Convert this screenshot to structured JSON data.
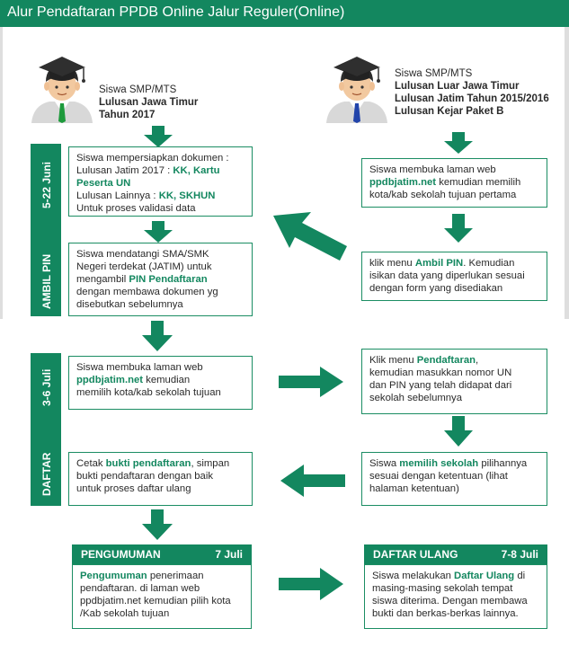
{
  "header": {
    "title": "Alur Pendaftaran PPDB Online Jalur Reguler(Online)"
  },
  "sidebar": {
    "label_date1": "5-22 Juni",
    "label_stage1": "AMBIL PIN",
    "label_date2": "3-6 Juli",
    "label_stage2": "DAFTAR"
  },
  "left_student": {
    "line1": "Siswa SMP/MTS",
    "line2": "Lulusan Jawa Timur",
    "line3": "Tahun 2017"
  },
  "right_student": {
    "line1": "Siswa SMP/MTS",
    "line2": "Lulusan Luar Jawa Timur",
    "line3": "Lulusan Jatim Tahun 2015/2016",
    "line4": "Lulusan Kejar Paket B"
  },
  "box_l1": {
    "t1": "Siswa mempersiapkan dokumen :",
    "t2": "Lulusan Jatim 2017 : ",
    "g1": "KK, Kartu",
    "g2": "Peserta UN",
    "t3": "Lulusan Lainnya : ",
    "g3": "KK, SKHUN",
    "t4": "Untuk proses validasi data"
  },
  "box_l2": {
    "t1": "Siswa mendatangi SMA/SMK",
    "t2": "Negeri terdekat (JATIM) untuk",
    "t3": "mengambil ",
    "g1": "PIN Pendaftaran",
    "t4": "dengan membawa dokumen yg",
    "t5": "disebutkan sebelumnya"
  },
  "box_r1": {
    "t1": "Siswa membuka laman web",
    "g1": "ppdbjatim.net",
    "t2": " kemudian memilih",
    "t3": "kota/kab sekolah tujuan pertama"
  },
  "box_r2": {
    "t1": "klik menu ",
    "g1": "Ambil PIN",
    "t2": ". Kemudian",
    "t3": "isikan data yang diperlukan sesuai",
    "t4": "dengan form yang disediakan"
  },
  "box_l3": {
    "t1": "Siswa membuka laman web",
    "g1": "ppdbjatim.net",
    "t2": " kemudian",
    "t3": "memilih kota/kab sekolah tujuan"
  },
  "box_r3": {
    "t1": "Klik menu ",
    "g1": "Pendaftaran",
    "t2": ",",
    "t3": "kemudian masukkan nomor UN",
    "t4": "dan PIN yang telah didapat dari",
    "t5": "sekolah sebelumnya"
  },
  "box_l4": {
    "t1": "Cetak ",
    "g1": "bukti pendaftaran",
    "t2": ", simpan",
    "t3": "bukti pendaftaran dengan baik",
    "t4": "untuk proses daftar ulang"
  },
  "box_r4": {
    "t1": "Siswa ",
    "g1": "memilih sekolah",
    "t2": " pilihannya",
    "t3": "sesuai dengan ketentuan (lihat",
    "t4": "halaman ketentuan)"
  },
  "pengumuman": {
    "title": "PENGUMUMAN",
    "date": "7 Juli",
    "g1": "Pengumuman",
    "t1": " penerimaan",
    "t2": "pendaftaran. di laman web",
    "t3": "ppdbjatim.net kemudian pilih kota",
    "t4": "/Kab sekolah tujuan"
  },
  "daftar_ulang": {
    "title": "DAFTAR ULANG",
    "date": "7-8 Juli",
    "t1": "Siswa melakukan ",
    "g1": "Daftar Ulang",
    "t2": " di",
    "t3": "masing-masing sekolah tempat",
    "t4": "siswa diterima. Dengan membawa",
    "t5": "bukti dan berkas-berkas lainnya."
  },
  "colors": {
    "primary_green": "#13875f",
    "tie_green": "#1e9a3c",
    "tie_blue": "#2244aa"
  },
  "icons": [
    "student-avatar-green-tie-icon",
    "student-avatar-blue-tie-icon",
    "arrow-icon"
  ]
}
